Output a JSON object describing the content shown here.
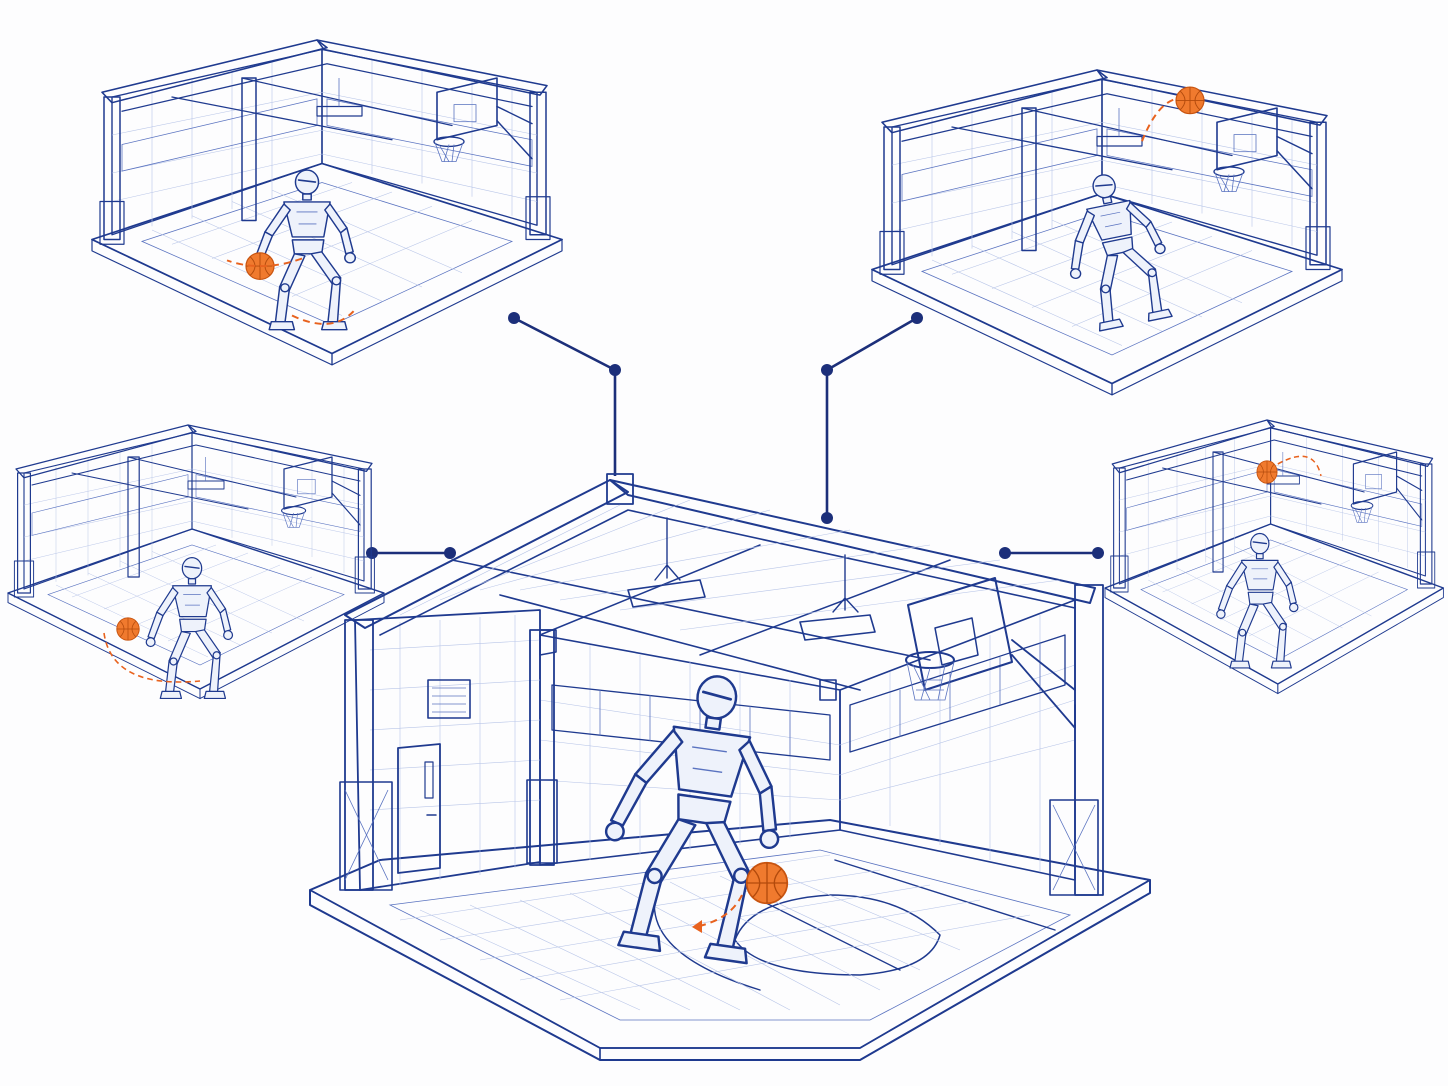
{
  "diagram": {
    "layout": "hub-and-spoke",
    "hub": {
      "name": "main-court",
      "elements": [
        "gym-building",
        "basketball-hoop",
        "court-floor",
        "door",
        "vent",
        "ceiling-lights",
        "robot",
        "basketball"
      ]
    },
    "spokes": [
      {
        "name": "panel-top-left",
        "position": "top-left",
        "action": "crossover-dribble"
      },
      {
        "name": "panel-top-right",
        "position": "top-right",
        "action": "dunk"
      },
      {
        "name": "panel-mid-left",
        "position": "middle-left",
        "action": "low-dribble"
      },
      {
        "name": "panel-mid-right",
        "position": "middle-right",
        "action": "jump-shot"
      }
    ],
    "colors": {
      "line": "#1f3a8f",
      "connector": "#1c2f7a",
      "accent": "#f07a2e",
      "background": "#fdfdfe"
    }
  }
}
